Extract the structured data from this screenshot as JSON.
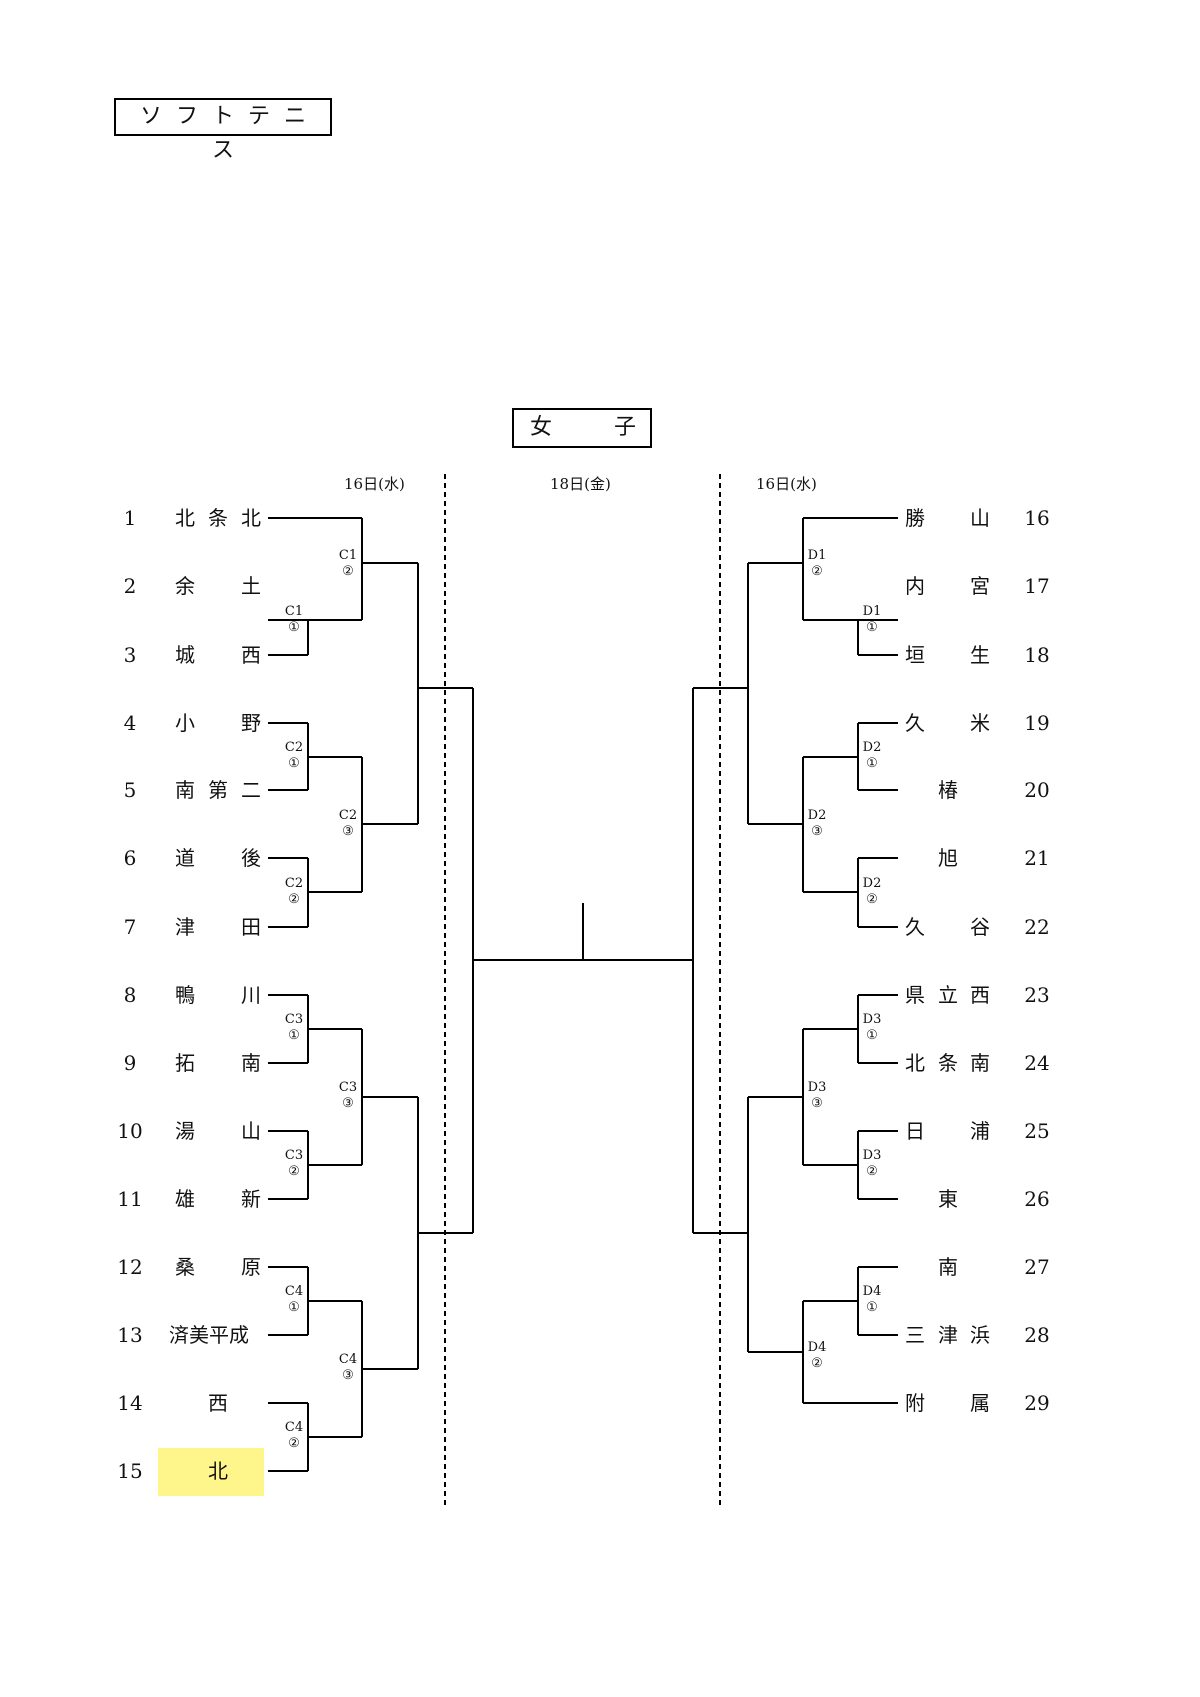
{
  "sport_title": "ソフトテニス",
  "division": {
    "char1": "女",
    "char2": "子"
  },
  "dates": {
    "left": "16日(水)",
    "center": "18日(金)",
    "right": "16日(水)"
  },
  "left_teams": [
    {
      "seed": "1",
      "chars": [
        "北",
        "条",
        "北"
      ]
    },
    {
      "seed": "2",
      "chars": [
        "余",
        "",
        "土"
      ]
    },
    {
      "seed": "3",
      "chars": [
        "城",
        "",
        "西"
      ]
    },
    {
      "seed": "4",
      "chars": [
        "小",
        "",
        "野"
      ]
    },
    {
      "seed": "5",
      "chars": [
        "南",
        "第",
        "二"
      ]
    },
    {
      "seed": "6",
      "chars": [
        "道",
        "",
        "後"
      ]
    },
    {
      "seed": "7",
      "chars": [
        "津",
        "",
        "田"
      ]
    },
    {
      "seed": "8",
      "chars": [
        "鴨",
        "",
        "川"
      ]
    },
    {
      "seed": "9",
      "chars": [
        "拓",
        "",
        "南"
      ]
    },
    {
      "seed": "10",
      "chars": [
        "湯",
        "",
        "山"
      ]
    },
    {
      "seed": "11",
      "chars": [
        "雄",
        "",
        "新"
      ]
    },
    {
      "seed": "12",
      "chars": [
        "桑",
        "",
        "原"
      ]
    },
    {
      "seed": "13",
      "name": "済美平成"
    },
    {
      "seed": "14",
      "chars": [
        "",
        "西",
        ""
      ]
    },
    {
      "seed": "15",
      "chars": [
        "",
        "北",
        ""
      ],
      "highlighted": true
    }
  ],
  "right_teams": [
    {
      "seed": "16",
      "chars": [
        "勝",
        "",
        "山"
      ]
    },
    {
      "seed": "17",
      "chars": [
        "内",
        "",
        "宮"
      ]
    },
    {
      "seed": "18",
      "chars": [
        "垣",
        "",
        "生"
      ]
    },
    {
      "seed": "19",
      "chars": [
        "久",
        "",
        "米"
      ]
    },
    {
      "seed": "20",
      "chars": [
        "",
        "椿",
        ""
      ]
    },
    {
      "seed": "21",
      "chars": [
        "",
        "旭",
        ""
      ]
    },
    {
      "seed": "22",
      "chars": [
        "久",
        "",
        "谷"
      ]
    },
    {
      "seed": "23",
      "chars": [
        "県",
        "立",
        "西"
      ]
    },
    {
      "seed": "24",
      "chars": [
        "北",
        "条",
        "南"
      ]
    },
    {
      "seed": "25",
      "chars": [
        "日",
        "",
        "浦"
      ]
    },
    {
      "seed": "26",
      "chars": [
        "",
        "東",
        ""
      ]
    },
    {
      "seed": "27",
      "chars": [
        "",
        "南",
        ""
      ]
    },
    {
      "seed": "28",
      "chars": [
        "三",
        "津",
        "浜"
      ]
    },
    {
      "seed": "29",
      "chars": [
        "附",
        "",
        "属"
      ]
    }
  ],
  "match_labels": [
    {
      "code": "C1",
      "no": "②"
    },
    {
      "code": "C1",
      "no": "①"
    },
    {
      "code": "C2",
      "no": "①"
    },
    {
      "code": "C2",
      "no": "③"
    },
    {
      "code": "C2",
      "no": "②"
    },
    {
      "code": "C3",
      "no": "①"
    },
    {
      "code": "C3",
      "no": "③"
    },
    {
      "code": "C3",
      "no": "②"
    },
    {
      "code": "C4",
      "no": "①"
    },
    {
      "code": "C4",
      "no": "③"
    },
    {
      "code": "C4",
      "no": "②"
    },
    {
      "code": "D1",
      "no": "②"
    },
    {
      "code": "D1",
      "no": "①"
    },
    {
      "code": "D2",
      "no": "①"
    },
    {
      "code": "D2",
      "no": "③"
    },
    {
      "code": "D2",
      "no": "②"
    },
    {
      "code": "D3",
      "no": "①"
    },
    {
      "code": "D3",
      "no": "③"
    },
    {
      "code": "D3",
      "no": "②"
    },
    {
      "code": "D4",
      "no": "①"
    },
    {
      "code": "D4",
      "no": "②"
    }
  ],
  "colors": {
    "highlight": "#fef68a",
    "lines": "#000000"
  }
}
